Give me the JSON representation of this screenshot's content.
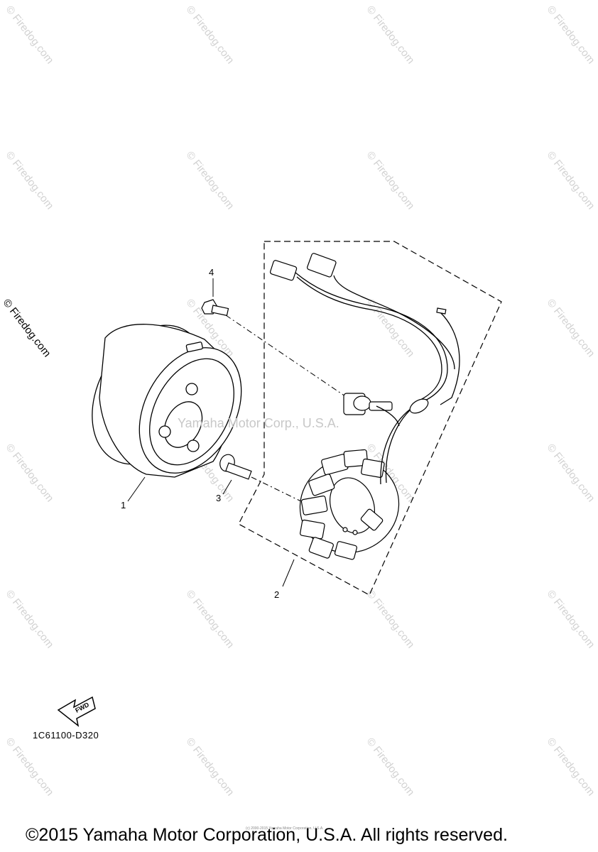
{
  "watermark": {
    "text": "© Firedog.com",
    "side_text": "© Firedog.com",
    "center_text": "Yamaha Motor Corp., U.S.A."
  },
  "callouts": {
    "part1": "1",
    "part2": "2",
    "part3": "3",
    "part4": "4"
  },
  "fwd_label": "FWD",
  "diagram_code": "1C61100-D320",
  "tiny_note": "(c) 2000-2015 Yamaha Motor Corporation, U.S.A.",
  "copyright": "©2015 Yamaha Motor Corporation, U.S.A. All rights reserved."
}
